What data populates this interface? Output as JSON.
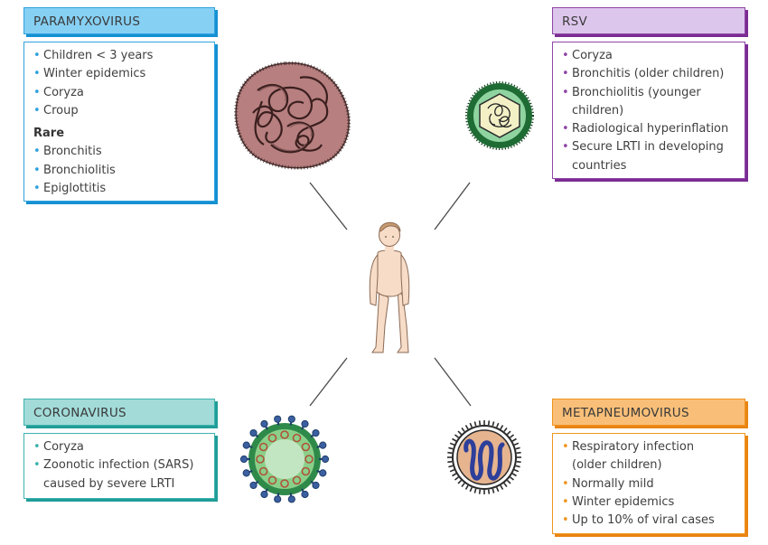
{
  "panels": {
    "paramyxovirus": {
      "title": "PARAMYXOVIRUS",
      "items": [
        "Children < 3 years",
        "Winter epidemics",
        "Coryza",
        "Croup"
      ],
      "rare_label": "Rare",
      "rare_items": [
        "Bronchitis",
        "Bronchiolitis",
        "Epiglottitis"
      ]
    },
    "rsv": {
      "title": "RSV",
      "items": [
        "Coryza",
        "Bronchitis (older children)",
        "Bronchiolitis (younger",
        "children)",
        "Radiological hyperinflation",
        "Secure LRTI in developing",
        "countries"
      ]
    },
    "coronavirus": {
      "title": "CORONAVIRUS",
      "items": [
        "Coryza",
        "Zoonotic infection (SARS)",
        "caused by severe LRTI"
      ]
    },
    "metapneumovirus": {
      "title": "METAPNEUMOVIRUS",
      "items": [
        "Respiratory infection",
        "(older children)",
        "Normally mild",
        "Winter epidemics",
        "Up to 10% of viral cases"
      ]
    }
  },
  "colors": {
    "paramyxovirus": "#86d0f4",
    "rsv": "#ddc6ec",
    "coronavirus": "#a2dbd8",
    "metapneumovirus": "#f9bf78"
  },
  "bullet_glyph": "•"
}
